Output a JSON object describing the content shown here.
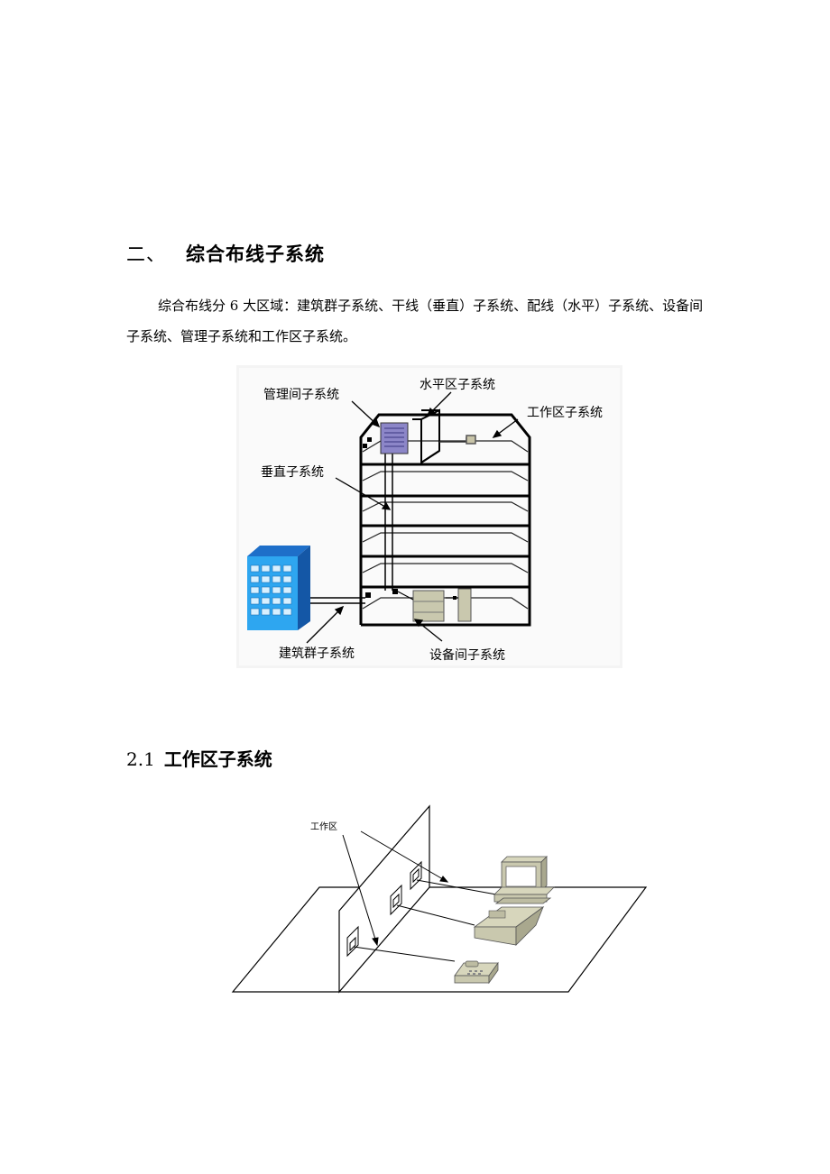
{
  "section": {
    "number": "二、",
    "title": "综合布线子系统",
    "paragraph": "综合布线分 6 大区域：建筑群子系统、干线（垂直）子系统、配线（水平）子系统、设备间子系统、管理子系统和工作区子系统。"
  },
  "figure1": {
    "labels": {
      "management": "管理间子系统",
      "horizontal": "水平区子系统",
      "work_area": "工作区子系统",
      "vertical": "垂直子系统",
      "campus": "建筑群子系统",
      "equipment": "设备间子系统"
    }
  },
  "subsection": {
    "number": "2.1",
    "title": "工作区子系统"
  },
  "figure2": {
    "label": "工作区"
  }
}
